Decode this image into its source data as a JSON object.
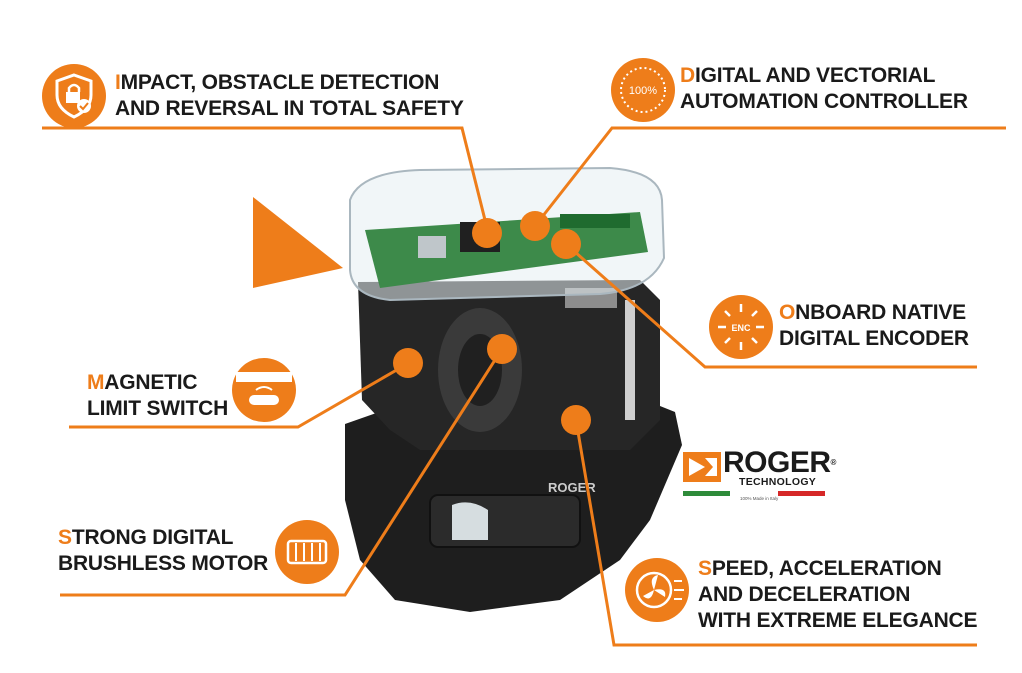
{
  "features": [
    {
      "id": "impact",
      "lead": "I",
      "line1_rest": "MPACT, OBSTACLE DETECTION",
      "line2": "AND REVERSAL IN TOTAL SAFETY",
      "icon": "shield-lock-check-icon"
    },
    {
      "id": "digital",
      "lead": "D",
      "line1_rest": "IGITAL AND VECTORIAL",
      "line2": "AUTOMATION CONTROLLER",
      "icon": "gauge-100-icon",
      "icon_text": "100%"
    },
    {
      "id": "encoder",
      "lead": "O",
      "line1_rest": "NBOARD NATIVE",
      "line2": "DIGITAL ENCODER",
      "icon": "encoder-icon",
      "icon_text": "ENC"
    },
    {
      "id": "magnetic",
      "lead": "M",
      "line1_rest": "AGNETIC",
      "line2": "LIMIT SWITCH",
      "icon": "magnetic-limit-switch-icon"
    },
    {
      "id": "motor",
      "lead": "S",
      "line1_rest": "TRONG DIGITAL",
      "line2": "BRUSHLESS MOTOR",
      "icon": "brushless-motor-icon"
    },
    {
      "id": "speed",
      "lead": "S",
      "line1_rest": "PEED, ACCELERATION",
      "line2": "AND DECELERATION",
      "line3": "WITH EXTREME ELEGANCE",
      "icon": "fan-speed-icon"
    }
  ],
  "logo": {
    "brand": "ROGER",
    "reg": "®",
    "sub": "TECHNOLOGY",
    "tag": "100% Made in Italy"
  },
  "product": {
    "label": "ROGER"
  },
  "colors": {
    "accent": "#ee7d1a",
    "text": "#1a1a1a",
    "housing": "#1e1e1e",
    "board": "#3d8a4a",
    "flag_green": "#2e8b3a",
    "flag_white": "#ffffff",
    "flag_red": "#d62828"
  }
}
